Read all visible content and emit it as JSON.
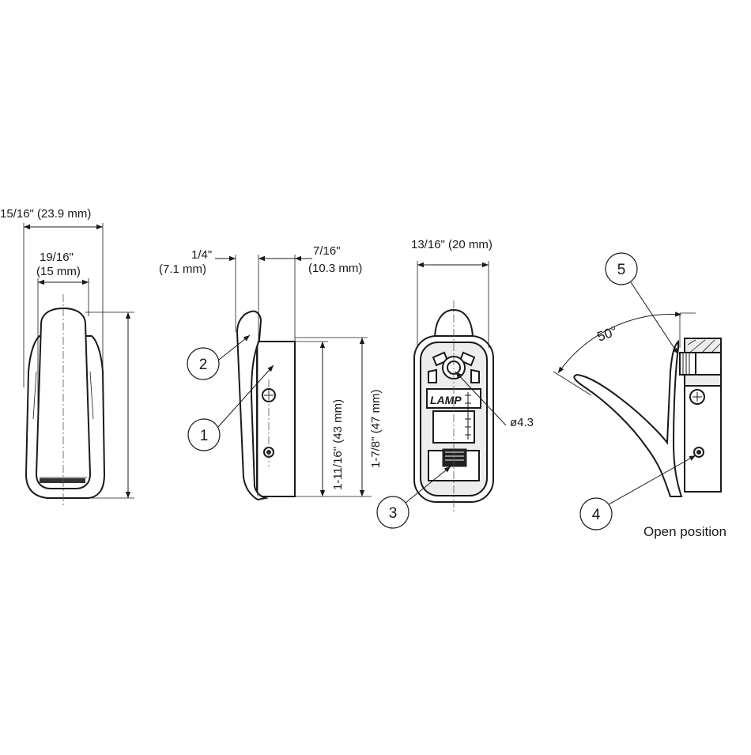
{
  "dimensions": {
    "front_outer_width": "15/16\" (23.9 mm)",
    "front_inner_width_in": "19/16\"",
    "front_inner_width_mm": "(15 mm)",
    "side_lever_in": "1/4\"",
    "side_lever_mm": "(7.1 mm)",
    "side_body_in": "7/16\"",
    "side_body_mm": "(10.3 mm)",
    "side_body_height": "1-11/16\" (43 mm)",
    "side_total_height": "1-7/8\" (47 mm)",
    "back_width": "13/16\" (20 mm)",
    "hole_diameter": "ø4.3",
    "open_angle": "50°"
  },
  "callouts": [
    "1",
    "2",
    "3",
    "4",
    "5"
  ],
  "brand_mark": "LAMP",
  "caption": "Open position"
}
